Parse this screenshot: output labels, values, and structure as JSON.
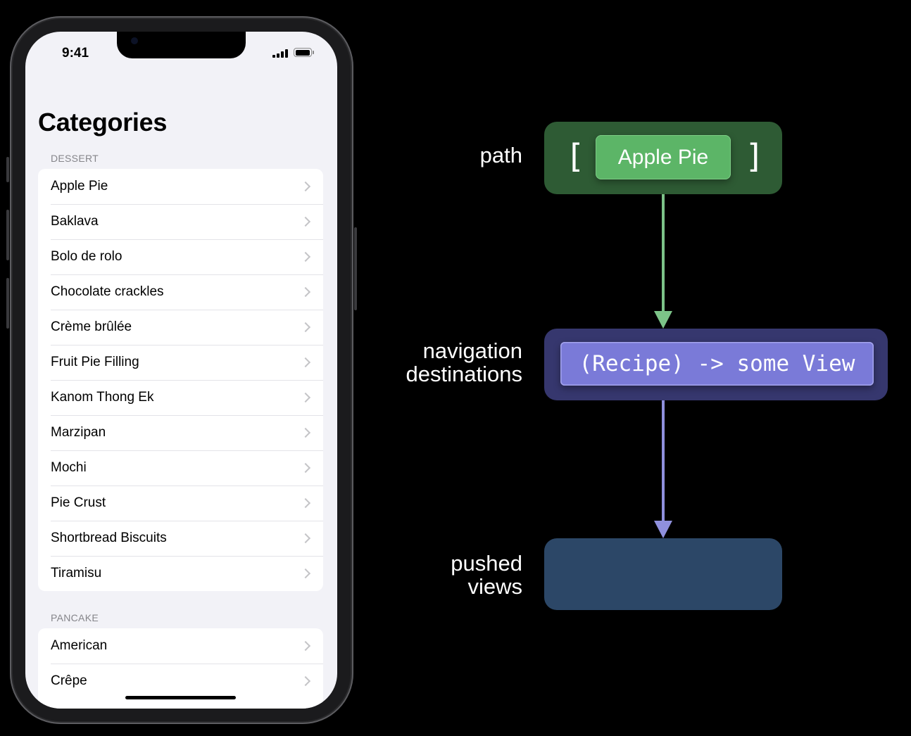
{
  "status_bar": {
    "time": "9:41"
  },
  "screen": {
    "title": "Categories",
    "sections": [
      {
        "header": "DESSERT",
        "items": [
          "Apple Pie",
          "Baklava",
          "Bolo de rolo",
          "Chocolate crackles",
          "Crème brûlée",
          "Fruit Pie Filling",
          "Kanom Thong Ek",
          "Marzipan",
          "Mochi",
          "Pie Crust",
          "Shortbread Biscuits",
          "Tiramisu"
        ]
      },
      {
        "header": "PANCAKE",
        "items": [
          "American",
          "Crêpe"
        ]
      }
    ]
  },
  "diagram": {
    "path": {
      "label": "path",
      "open_bracket": "[",
      "value": "Apple Pie",
      "close_bracket": "]"
    },
    "navigation_destinations": {
      "label_line1": "navigation",
      "label_line2": "destinations",
      "value": "(Recipe) -> some View"
    },
    "pushed_views": {
      "label_line1": "pushed",
      "label_line2": "views"
    },
    "colors": {
      "path_box": "#2e5b34",
      "path_chip": "#5cb567",
      "path_arrow": "#7cc388",
      "nav_box": "#36376e",
      "nav_chip": "#7a7ad8",
      "nav_arrow": "#8f90dd",
      "pushed_box": "#2c4767"
    }
  }
}
